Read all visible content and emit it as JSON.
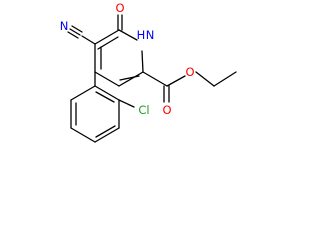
{
  "molecule": {
    "atoms": {
      "nitrile_n": "N",
      "carbonyl_o": "O",
      "ring_nh": "H",
      "ring_n": "N",
      "ester_o_carbonyl": "O",
      "ester_o_ether": "O",
      "chlorine": "Cl"
    },
    "atom_colors": {
      "N": "#0000ff",
      "O": "#ff0000",
      "Cl": "#1fa01f",
      "C": "#000000"
    }
  }
}
